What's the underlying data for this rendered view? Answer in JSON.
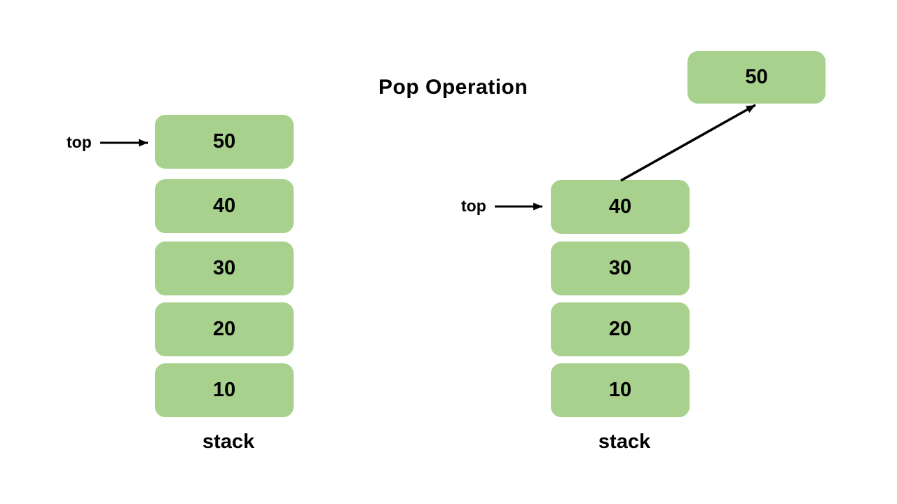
{
  "title": "Pop Operation",
  "colors": {
    "background": "#ffffff",
    "box_fill": "#a9d18e",
    "text": "#000000",
    "arrow": "#000000"
  },
  "left_stack": {
    "top_label": "top",
    "stack_label": "stack",
    "items": [
      {
        "value": "50"
      },
      {
        "value": "40"
      },
      {
        "value": "30"
      },
      {
        "value": "20"
      },
      {
        "value": "10"
      }
    ]
  },
  "right_stack": {
    "top_label": "top",
    "stack_label": "stack",
    "popped_value": "50",
    "items": [
      {
        "value": "40"
      },
      {
        "value": "30"
      },
      {
        "value": "20"
      },
      {
        "value": "10"
      }
    ]
  }
}
